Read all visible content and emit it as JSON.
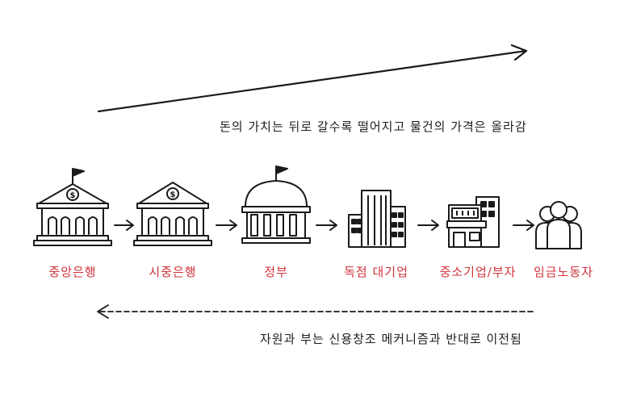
{
  "top_caption": "돈의 가치는 뒤로 갈수록 떨어지고 물건의 가격은 올라감",
  "bottom_caption": "자원과 부는 신용창조 메커니즘과 반대로 이전됨",
  "label_color": "#d0343c",
  "stages": [
    {
      "label": "중앙은행",
      "icon": "central-bank-icon"
    },
    {
      "label": "시중은행",
      "icon": "commercial-bank-icon"
    },
    {
      "label": "정부",
      "icon": "government-dome-icon"
    },
    {
      "label": "독점 대기업",
      "icon": "big-corporation-icon"
    },
    {
      "label": "중소기업/부자",
      "icon": "small-business-icon"
    },
    {
      "label": "임금노동자",
      "icon": "workers-icon"
    }
  ]
}
